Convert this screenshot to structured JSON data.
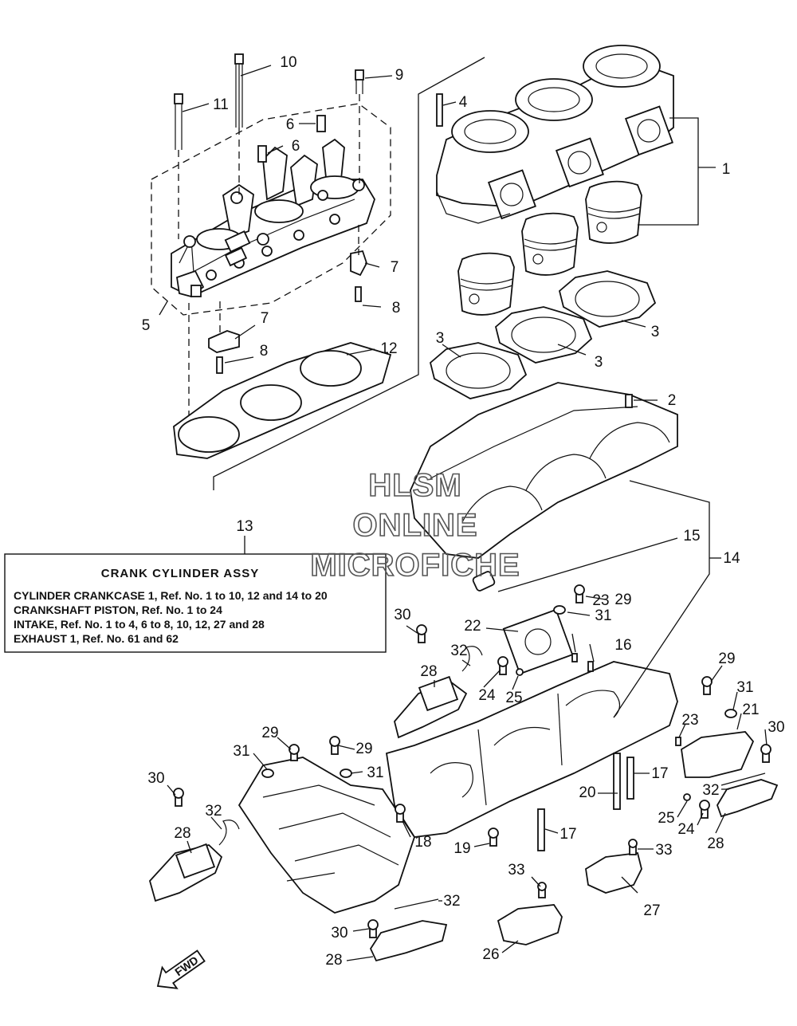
{
  "title_box": {
    "title": "CRANK  CYLINDER ASSY",
    "lines": [
      "CYLINDER CRANKCASE 1,  Ref. No. 1 to 10, 12 and 14 to 20",
      "CRANKSHAFT PISTON,   Ref. No. 1 to 24",
      "INTAKE,  Ref. No. 1 to 4, 6 to 8, 10, 12, 27 and 28",
      "EXHAUST 1, Ref. No. 61 and 62"
    ]
  },
  "watermark": {
    "line1": "HLSM",
    "line2": "ONLINE",
    "line3": "MICROFICHE"
  },
  "fwd_label": "FWD",
  "callouts": [
    {
      "text": "1"
    },
    {
      "text": "2"
    },
    {
      "text": "3"
    },
    {
      "text": "3"
    },
    {
      "text": "3"
    },
    {
      "text": "4"
    },
    {
      "text": "5"
    },
    {
      "text": "6"
    },
    {
      "text": "6"
    },
    {
      "text": "7"
    },
    {
      "text": "7"
    },
    {
      "text": "8"
    },
    {
      "text": "8"
    },
    {
      "text": "9"
    },
    {
      "text": "10"
    },
    {
      "text": "11"
    },
    {
      "text": "12"
    },
    {
      "text": "13"
    },
    {
      "text": "14"
    },
    {
      "text": "15"
    },
    {
      "text": "16"
    },
    {
      "text": "17"
    },
    {
      "text": "17"
    },
    {
      "text": "18"
    },
    {
      "text": "19"
    },
    {
      "text": "20"
    },
    {
      "text": "21"
    },
    {
      "text": "22"
    },
    {
      "text": "23"
    },
    {
      "text": "23"
    },
    {
      "text": "24"
    },
    {
      "text": "24"
    },
    {
      "text": "25"
    },
    {
      "text": "25"
    },
    {
      "text": "26"
    },
    {
      "text": "27"
    },
    {
      "text": "28"
    },
    {
      "text": "28"
    },
    {
      "text": "28"
    },
    {
      "text": "28"
    },
    {
      "text": "29"
    },
    {
      "text": "29"
    },
    {
      "text": "29"
    },
    {
      "text": "29"
    },
    {
      "text": "30"
    },
    {
      "text": "30"
    },
    {
      "text": "30"
    },
    {
      "text": "30"
    },
    {
      "text": "31"
    },
    {
      "text": "31"
    },
    {
      "text": "31"
    },
    {
      "text": "31"
    },
    {
      "text": "32"
    },
    {
      "text": "32"
    },
    {
      "text": "32"
    },
    {
      "text": "32"
    },
    {
      "text": "33"
    },
    {
      "text": "33"
    }
  ]
}
